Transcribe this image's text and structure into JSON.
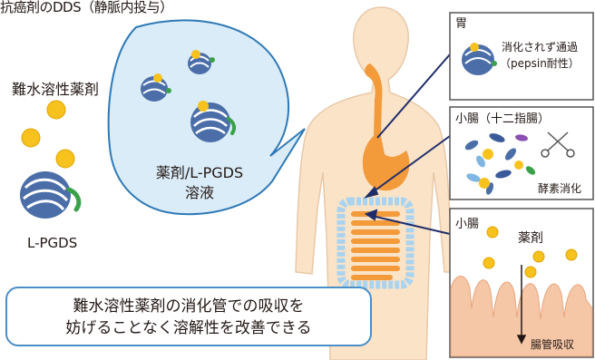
{
  "title": "抗癌剤のDDS（静脈内投与）",
  "left": {
    "drug_label": "難水溶性薬剤",
    "protein_label": "L-PGDS"
  },
  "bubble": {
    "line1": "薬剤/L-PGDS",
    "line2": "溶液"
  },
  "stomach_box": {
    "title": "胃",
    "line1": "消化されず通過",
    "line2": "（pepsin耐性）"
  },
  "duodenum_box": {
    "title": "小腸（十二指腸）",
    "caption": "酵素消化"
  },
  "intestine_box": {
    "title": "小腸",
    "drug": "薬剤",
    "caption": "腸管吸収"
  },
  "conclusion": {
    "line1": "難水溶性薬剤の消化管での吸収を",
    "line2": "妨げることなく溶解性を改善できる"
  },
  "colors": {
    "bubble_fill": "#d9ecf8",
    "bubble_stroke": "#2f79b5",
    "body_skin": "#fbe3c8",
    "organ": "#f39a3a",
    "drug_dot": "#f7c21d",
    "protein": "#4b6ea8",
    "arrow": "#1f2d6b",
    "villi": "#f5c7a6"
  }
}
